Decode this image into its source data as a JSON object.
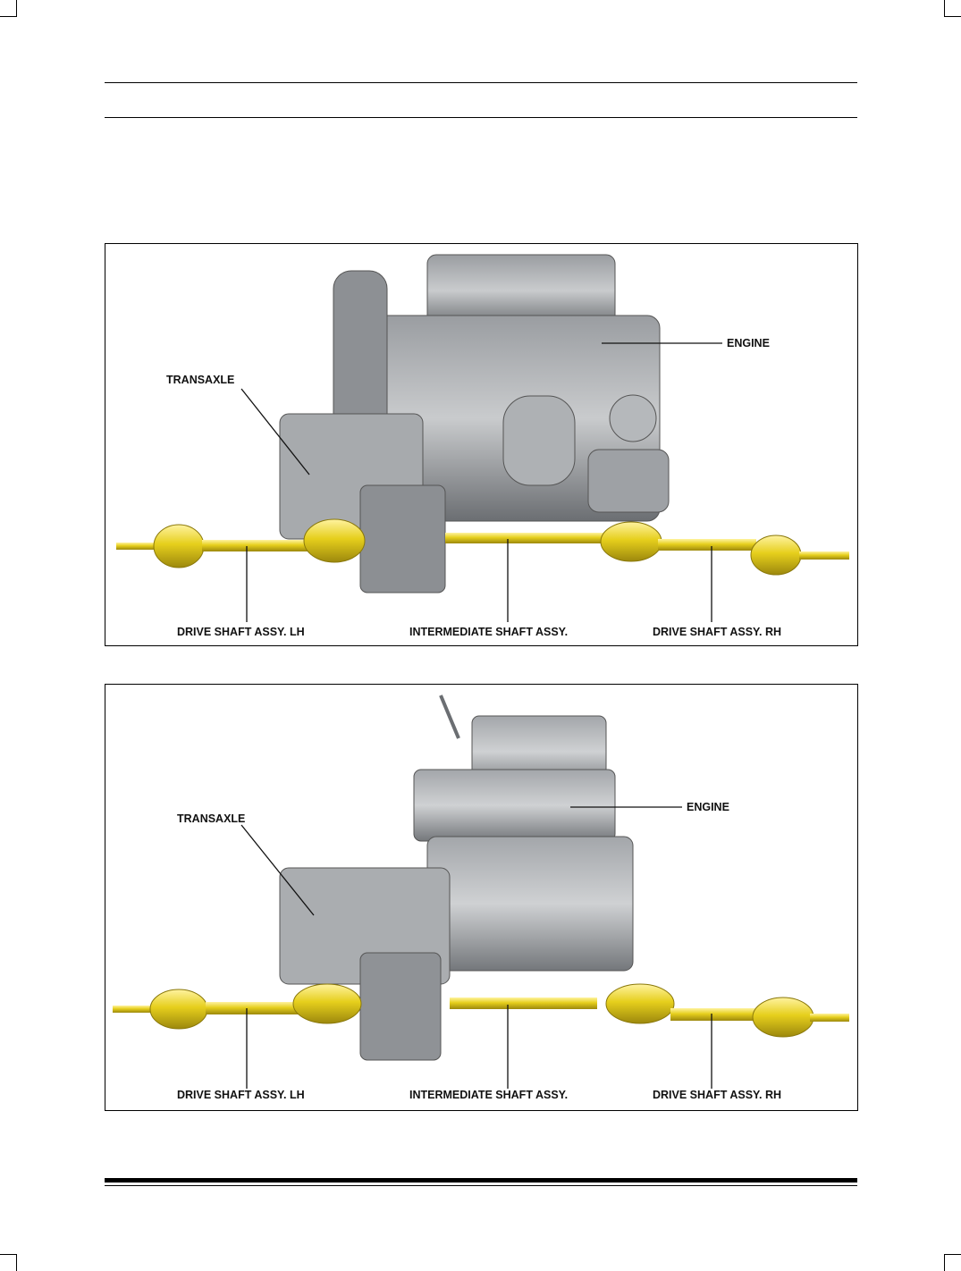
{
  "figures": [
    {
      "labels": {
        "engine": "ENGINE",
        "transaxle": "TRANSAXLE",
        "drive_lh": "DRIVE SHAFT ASSY. LH",
        "intermediate": "INTERMEDIATE SHAFT ASSY.",
        "drive_rh": "DRIVE SHAFT ASSY. RH"
      }
    },
    {
      "labels": {
        "engine": "ENGINE",
        "transaxle": "TRANSAXLE",
        "drive_lh": "DRIVE SHAFT ASSY. LH",
        "intermediate": "INTERMEDIATE SHAFT ASSY.",
        "drive_rh": "DRIVE SHAFT ASSY. RH"
      }
    }
  ],
  "colors": {
    "shaft": "#e6cf1c",
    "shaft_dark": "#b09a10",
    "engine_light": "#c9cbcd",
    "engine_dark": "#6b6e72"
  }
}
